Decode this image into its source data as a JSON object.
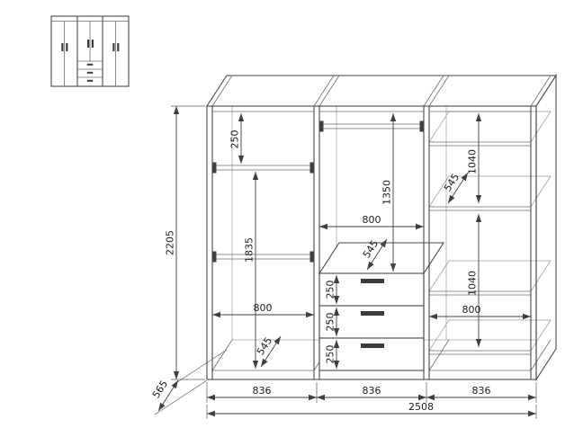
{
  "diagram": {
    "overall": {
      "height": "2205",
      "depth": "565",
      "width": "2508"
    },
    "sections": {
      "left_width": "836",
      "middle_width": "836",
      "right_width": "836"
    },
    "left": {
      "top_gap": "250",
      "hang_space": "1835",
      "inner_width": "800",
      "inner_depth": "545"
    },
    "middle": {
      "hang_space": "1350",
      "inner_width": "800",
      "inner_depth": "545",
      "drawer_1": "250",
      "drawer_2": "250",
      "drawer_3": "250"
    },
    "right": {
      "upper_space": "1040",
      "shelf_depth": "545",
      "lower_space": "1040",
      "inner_width": "800"
    }
  }
}
